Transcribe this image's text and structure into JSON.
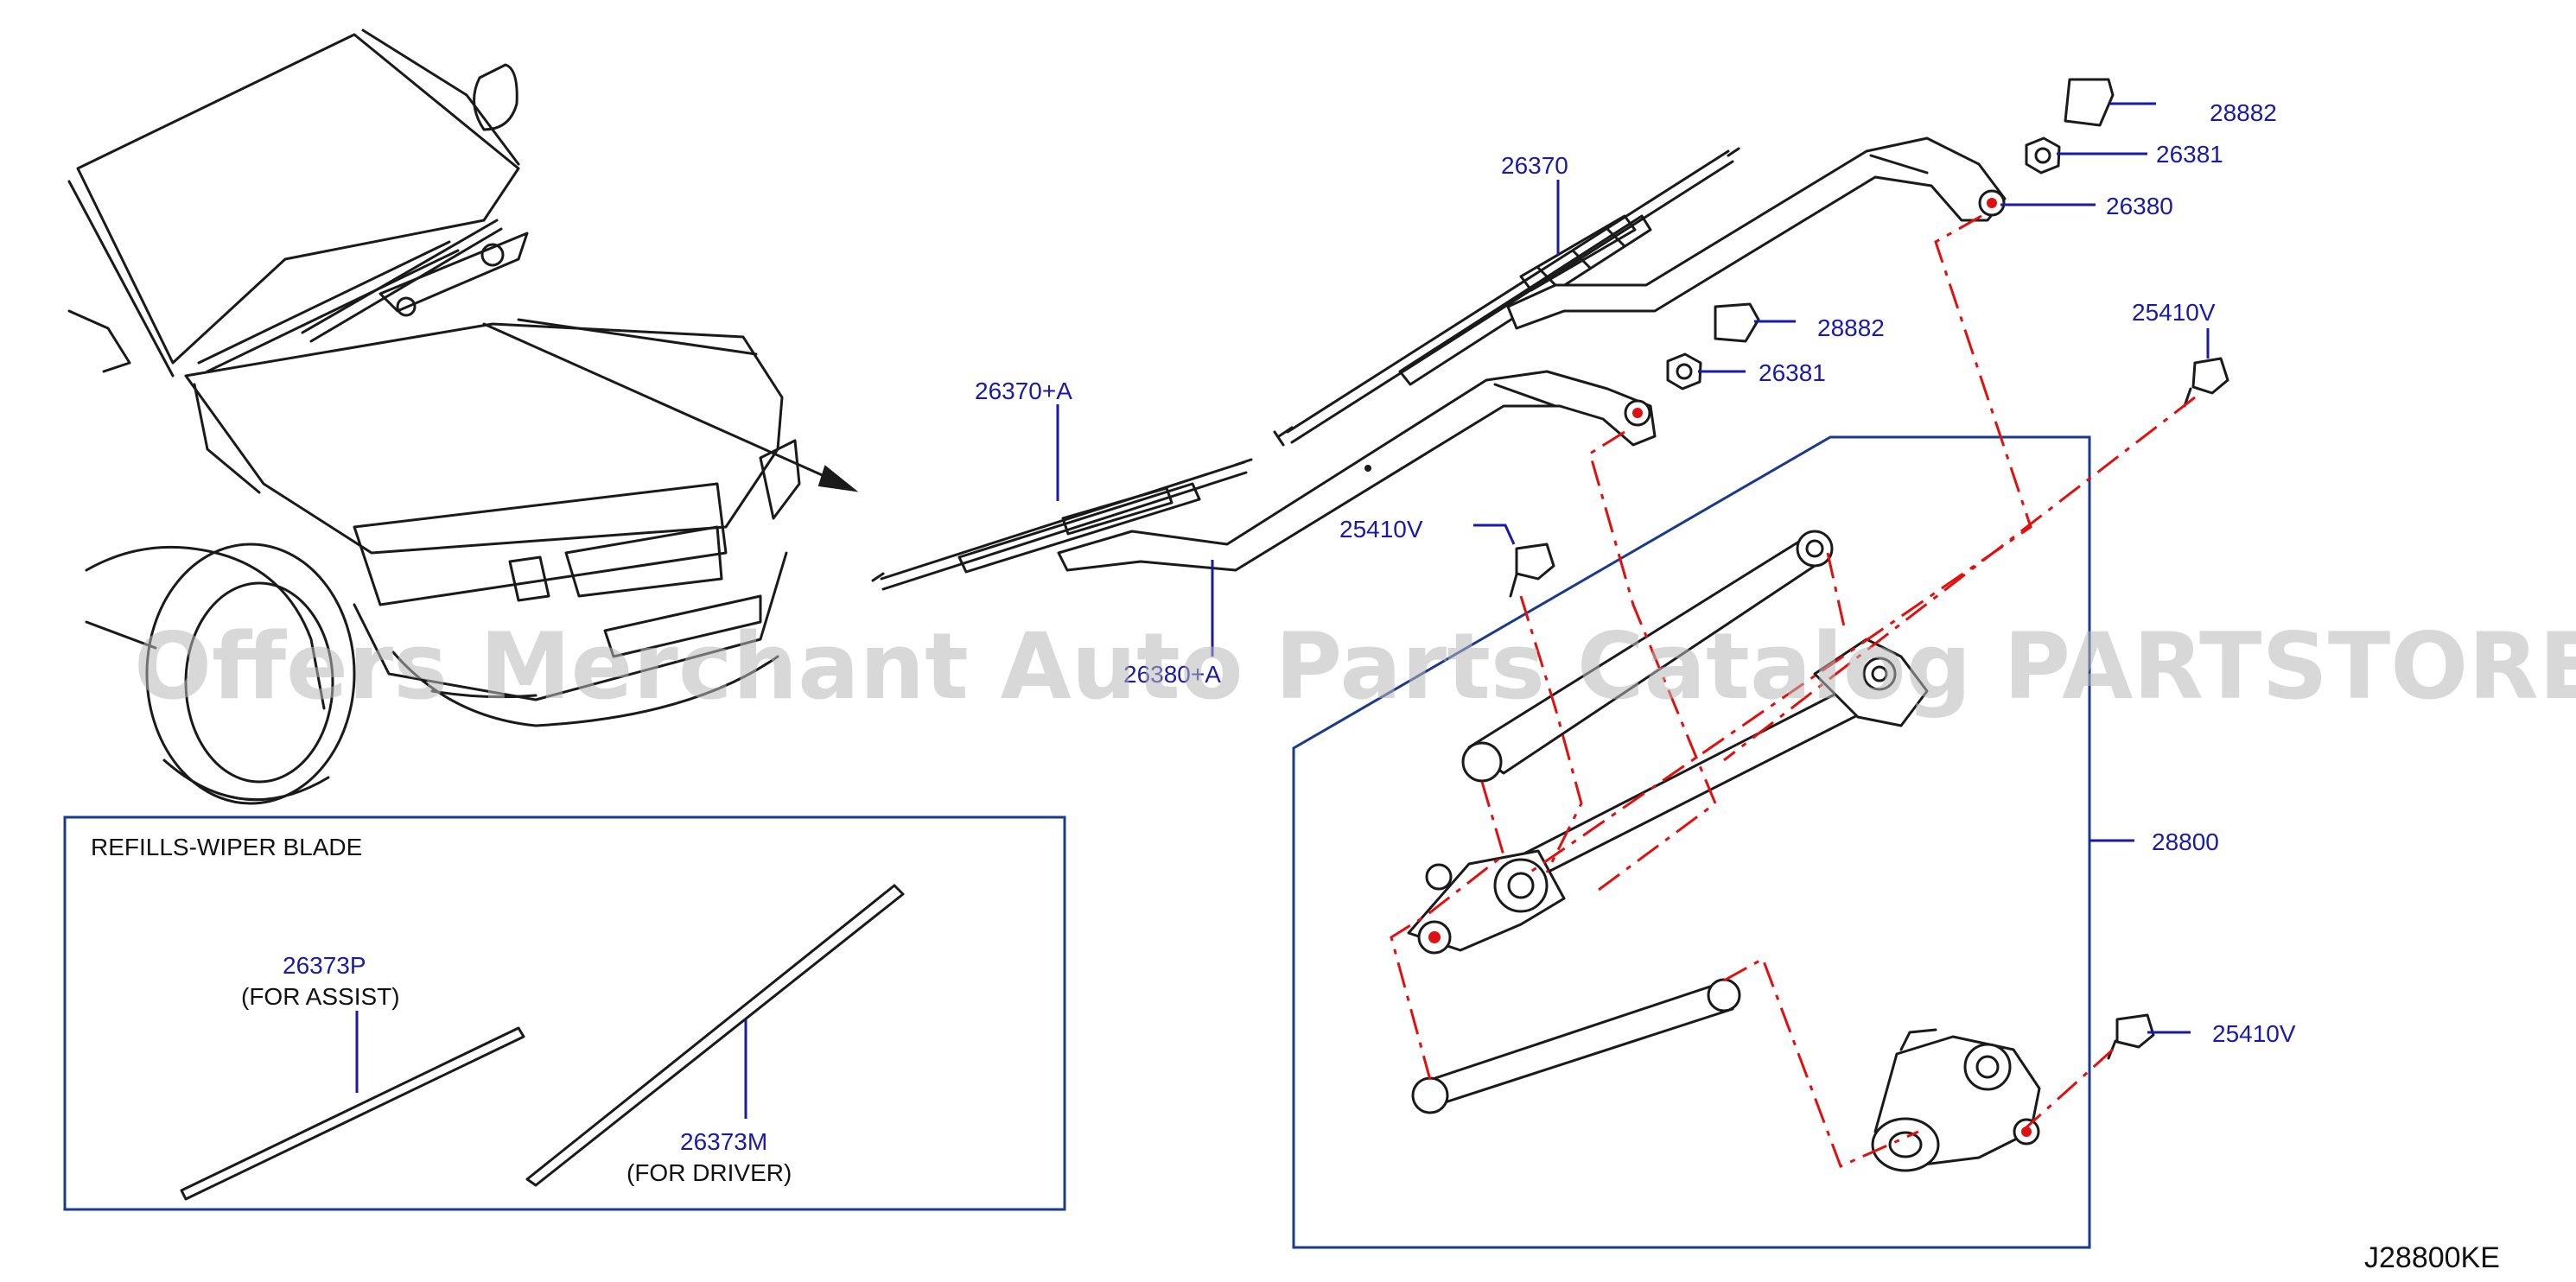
{
  "labels": {
    "blade_rh": "26370",
    "blade_lh": "26370+A",
    "arm_lh": "26380+A",
    "cap_upper": "28882",
    "nut_upper": "26381",
    "arm_rh": "26380",
    "cap_lower": "28882",
    "nut_lower": "26381",
    "bolt_upper": "25410V",
    "bolt_mid": "25410V",
    "bolt_lower": "25410V",
    "assembly": "28800",
    "refill_assist": "26373P",
    "refill_assist_note": "(FOR   ASSIST)",
    "refill_driver": "26373M",
    "refill_driver_note": "(FOR   DRIVER)"
  },
  "inset": {
    "title": "REFILLS-WIPER   BLADE"
  },
  "diagram_code": "J28800KE",
  "watermark": "Offers Merchant Auto Parts Catalog PARTSTORE.SA",
  "colors": {
    "label": "#1a1aa8",
    "frame": "#1a3a8c",
    "centerline": "#e01010",
    "line": "#1a1a1a"
  }
}
